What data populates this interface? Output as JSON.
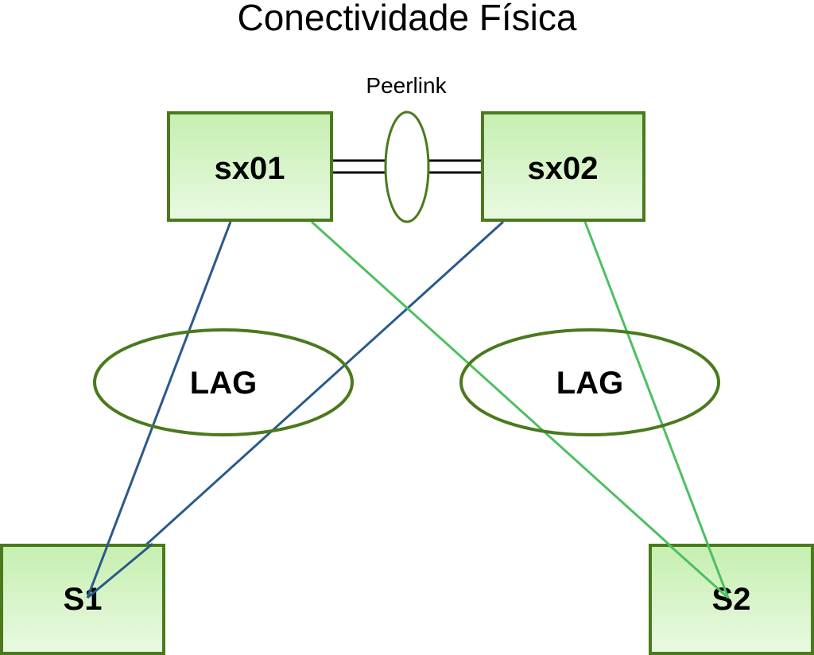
{
  "title": "Conectividade Física",
  "peerlink": {
    "label": "Peerlink"
  },
  "nodes": {
    "sx01": {
      "label": "sx01"
    },
    "sx02": {
      "label": "sx02"
    },
    "s1": {
      "label": "S1"
    },
    "s2": {
      "label": "S2"
    }
  },
  "lags": [
    {
      "label": "LAG"
    },
    {
      "label": "LAG"
    }
  ],
  "colors": {
    "node_stroke": "#4a7a1c",
    "node_fill_top": "#c8f0b4",
    "node_fill_bottom": "#e8f8e0",
    "ellipse_stroke": "#4a7a1c",
    "link_blue": "#2a5a8a",
    "link_green": "#4cc060",
    "peerlink_line": "#000000"
  },
  "links": [
    {
      "from": "sx01",
      "to": "s1",
      "via": "LAG-1",
      "color": "blue"
    },
    {
      "from": "sx02",
      "to": "s1",
      "via": "LAG-1",
      "color": "blue"
    },
    {
      "from": "sx01",
      "to": "s2",
      "via": "LAG-2",
      "color": "green"
    },
    {
      "from": "sx02",
      "to": "s2",
      "via": "LAG-2",
      "color": "green"
    }
  ]
}
